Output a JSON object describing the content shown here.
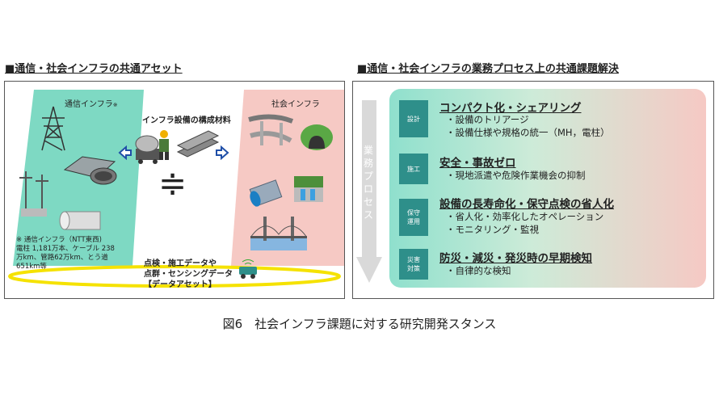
{
  "left": {
    "title": "■通信・社会インフラの共通アセット",
    "telecom_label": "通信インフラ",
    "telecom_mark": "※",
    "social_label": "社会インフラ",
    "materials_label": "インフラ設備の構成材料",
    "approx_symbol": "≑",
    "note_lines": [
      "※ 通信インフラ（NTT東西)",
      "電柱 1,181万本、ケーブル 238",
      "万km、管路62万km、とう道",
      "651km等"
    ],
    "data_lines": [
      "点検・施工データや",
      "点群・センシングデータ",
      "【データアセット】"
    ]
  },
  "right": {
    "title": "■通信・社会インフラの業務プロセス上の共通課題解決",
    "arrow_label": "業務プロセス",
    "rows": [
      {
        "tag": "設計",
        "heading": "コンパクト化・シェアリング",
        "items": [
          "・設備のトリアージ",
          "・設備仕様や規格の統一（MH，電柱）"
        ]
      },
      {
        "tag": "施工",
        "heading": "安全・事故ゼロ",
        "items": [
          "・現地派遣や危険作業機会の抑制"
        ]
      },
      {
        "tag": "保守\n運用",
        "heading": "設備の長寿命化・保守点検の省人化",
        "items": [
          "・省人化・効率化したオペレーション",
          "・モニタリング・監視"
        ]
      },
      {
        "tag": "災害\n対策",
        "heading": "防災・減災・発災時の早期検知",
        "items": [
          "・自律的な検知"
        ]
      }
    ]
  },
  "caption": "図6　社会インフラ課題に対する研究開発スタンス",
  "colors": {
    "teal": "#7ed9c3",
    "pink": "#f6c9c4",
    "tag": "#2e8f8a",
    "ring": "#f5e200"
  },
  "icons": [
    "transmission-tower-icon",
    "manhole-icon",
    "utility-pole-icon",
    "pipe-icon",
    "mixer-truck-icon",
    "worker-icon",
    "steel-beam-icon",
    "highway-icon",
    "tunnel-icon",
    "culvert-icon",
    "dam-icon",
    "bridge-icon",
    "inspection-car-icon"
  ]
}
